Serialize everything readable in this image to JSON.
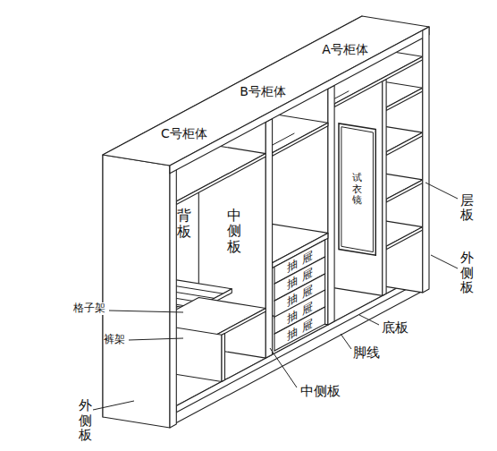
{
  "diagram": {
    "nodes": [
      {
        "text": [
          "试衣镜"
        ]
      },
      {
        "text": [
          "抽屉"
        ]
      },
      {
        "text": [
          "抽屉"
        ]
      },
      {
        "text": [
          "抽屉"
        ]
      },
      {
        "text": [
          "抽屉"
        ]
      },
      {
        "text": [
          "抽屉"
        ]
      }
    ],
    "labels": [
      "A号柜体",
      "B号柜体",
      "C号柜体",
      "背板",
      "中侧板",
      "层板",
      "外侧板",
      "格子架",
      "裤架",
      "底板",
      "脚线",
      "中侧板",
      "外侧板"
    ]
  }
}
